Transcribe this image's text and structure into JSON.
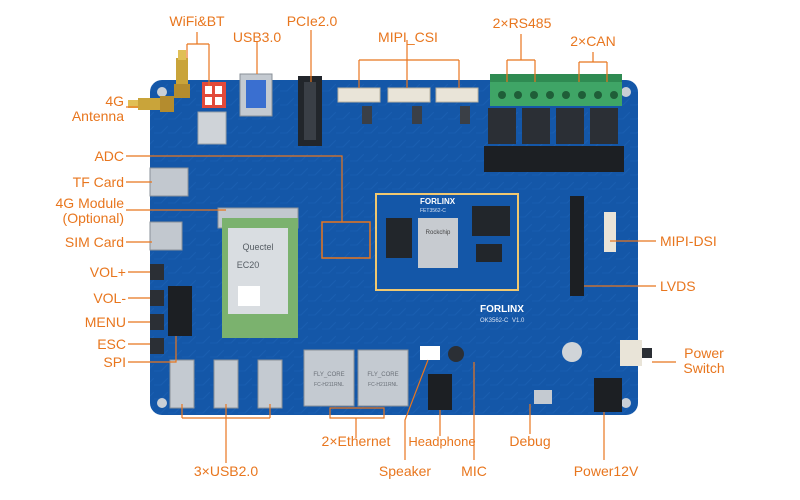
{
  "labels": {
    "wifi_bt": "WiFi&BT",
    "usb30": "USB3.0",
    "pcie20": "PCIe2.0",
    "mipi_csi": "MIPI_CSI",
    "rs485": "2×RS485",
    "can": "2×CAN",
    "antenna_4g": "4G\nAntenna",
    "adc": "ADC",
    "tf_card": "TF Card",
    "module_4g": "4G Module\n(Optional)",
    "sim_card": "SIM Card",
    "vol_up": "VOL+",
    "vol_down": "VOL-",
    "menu": "MENU",
    "esc": "ESC",
    "spi": "SPI",
    "mipi_dsi": "MIPI-DSI",
    "lvds": "LVDS",
    "power_switch": "Power\nSwitch",
    "ethernet": "2×Ethernet",
    "headphone": "Headphone",
    "debug": "Debug",
    "usb20": "3×USB2.0",
    "speaker": "Speaker",
    "mic": "MIC",
    "power12v": "Power12V"
  },
  "board_text": {
    "brand_som": "FORLINX",
    "brand_board": "FORLINX",
    "board_model": "OK3562-C",
    "board_version": "V1.0",
    "som_model": "FET3562-C",
    "chip_brand": "Rockchip",
    "module_vendor": "Quectel",
    "module_model": "EC20",
    "eth_brand_1": "FLY_CORE",
    "eth_brand_2": "FLY_CORE",
    "eth_part_1": "FC-H211RNL",
    "eth_part_2": "FC-H211RNL"
  },
  "colors": {
    "label": "#e8761e",
    "board": "#1457a8",
    "trace": "#0e4590",
    "connector_green": "#3fa566"
  }
}
